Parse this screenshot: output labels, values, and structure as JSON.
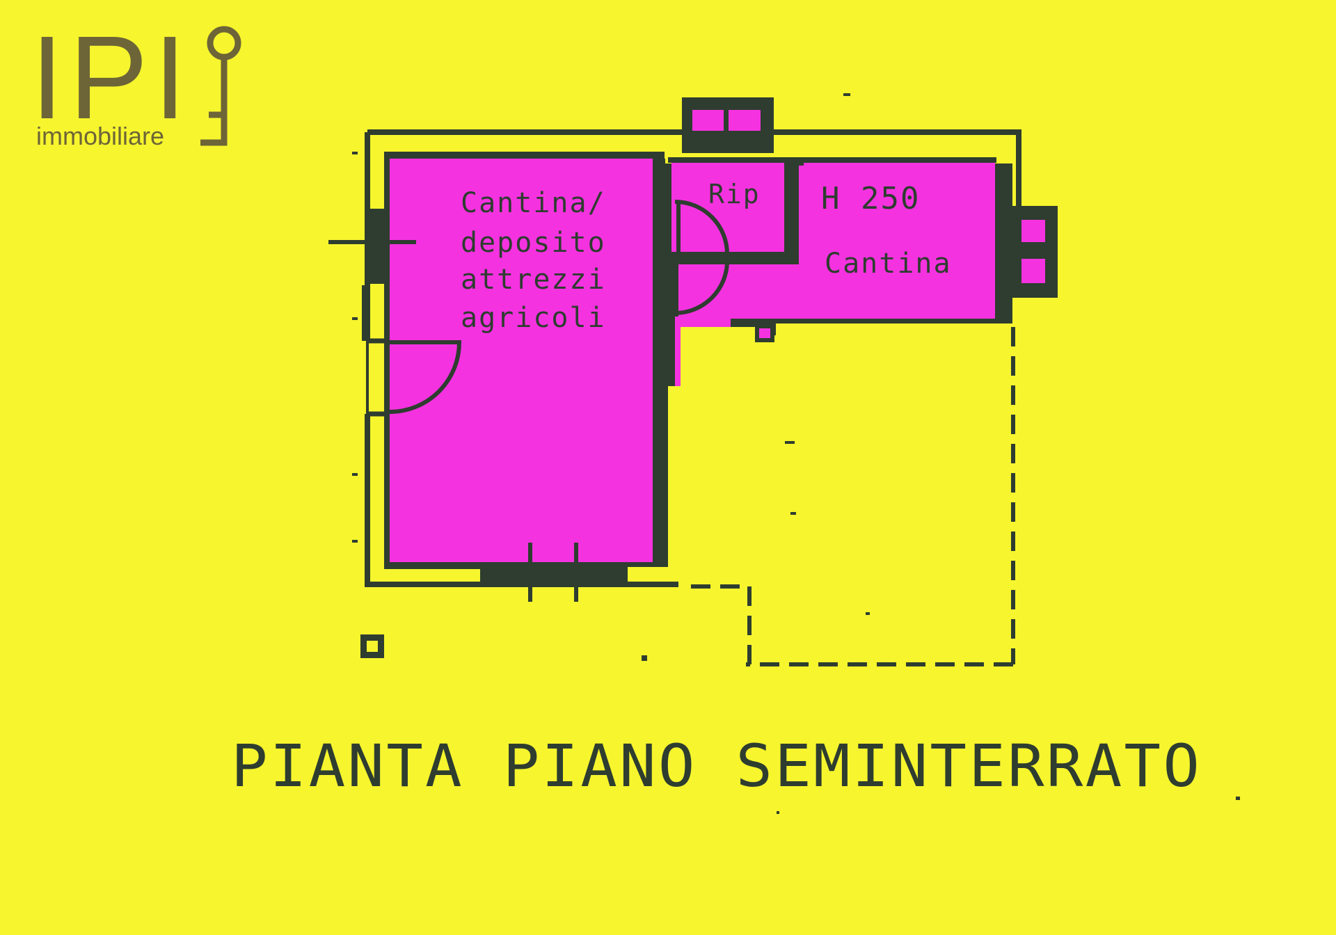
{
  "logo": {
    "letters": "IPI",
    "tagline": "immobiliare",
    "color": "#6d6537"
  },
  "rooms": {
    "cantina_deposito": [
      "Cantina/",
      "deposito",
      "attrezzi",
      "agricoli"
    ],
    "rip": "Rip",
    "height": "H 250",
    "cantina": "Cantina"
  },
  "title": "PIANTA PIANO SEMINTERRATO",
  "colors": {
    "background": "#f6f52e",
    "room_fill": "#f532e0",
    "wall": "#2e3d2f",
    "logo": "#6d6537"
  }
}
